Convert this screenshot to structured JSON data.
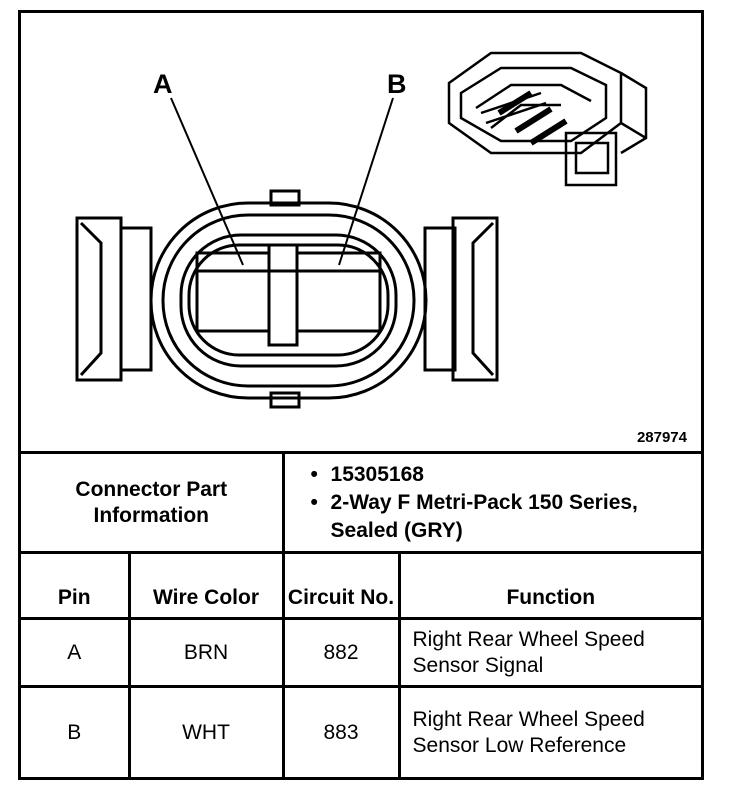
{
  "diagram": {
    "pin_a_label": "A",
    "pin_b_label": "B",
    "figure_number": "287974"
  },
  "connector_info": {
    "label": "Connector Part Information",
    "bullets": [
      "15305168",
      "2-Way F Metri-Pack 150 Series, Sealed (GRY)"
    ]
  },
  "table": {
    "headers": {
      "pin": "Pin",
      "wire_color": "Wire Color",
      "circuit_no": "Circuit No.",
      "function": "Function"
    },
    "rows": [
      {
        "pin": "A",
        "wire_color": "BRN",
        "circuit_no": "882",
        "function": "Right Rear Wheel Speed Sensor Signal"
      },
      {
        "pin": "B",
        "wire_color": "WHT",
        "circuit_no": "883",
        "function": "Right Rear Wheel Speed Sensor Low Reference"
      }
    ]
  }
}
